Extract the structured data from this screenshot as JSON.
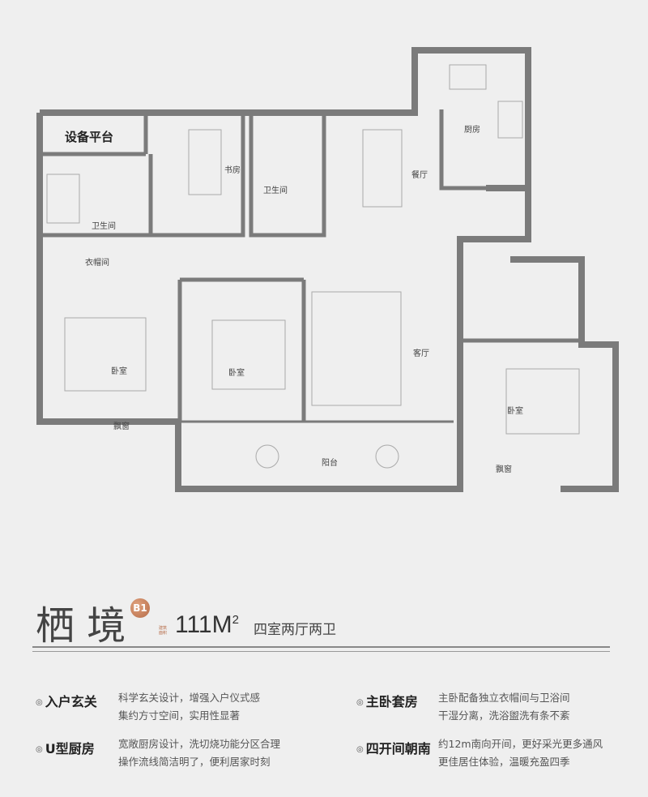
{
  "plan": {
    "rooms": {
      "platform": "设备平台",
      "study": "书房",
      "bath1": "卫生间",
      "bath2": "卫生间",
      "dining": "餐厅",
      "kitchen": "厨房",
      "closet": "衣帽间",
      "bed1": "卧室",
      "bed2": "卧室",
      "living": "客厅",
      "bed3": "卧室",
      "bay1": "飘窗",
      "balcony": "阳台",
      "bay2": "飘窗"
    },
    "wall_color": "#7b7b7b"
  },
  "header": {
    "title": "栖 境",
    "unit_badge": "B1",
    "area_label": "建筑面积",
    "area_value": "111M",
    "area_sup": "2",
    "layout": "四室两厅两卫"
  },
  "features": [
    {
      "title": "入户玄关",
      "lines": [
        "科学玄关设计，增强入户仪式感",
        "集约方寸空间，实用性显著"
      ]
    },
    {
      "title": "主卧套房",
      "lines": [
        "主卧配备独立衣帽间与卫浴间",
        "干湿分离，洗浴盥洗有条不紊"
      ]
    },
    {
      "title": "U型厨房",
      "lines": [
        "宽敞厨房设计，洗切烧功能分区合理",
        "操作流线简洁明了，便利居家时刻"
      ]
    },
    {
      "title": "四开间朝南",
      "lines": [
        "约12m南向开间，更好采光更多通风",
        "更佳居住体验，温暖充盈四季"
      ]
    }
  ],
  "bullet_icon": "circle-dot-icon",
  "accent_color": "#b66c48"
}
